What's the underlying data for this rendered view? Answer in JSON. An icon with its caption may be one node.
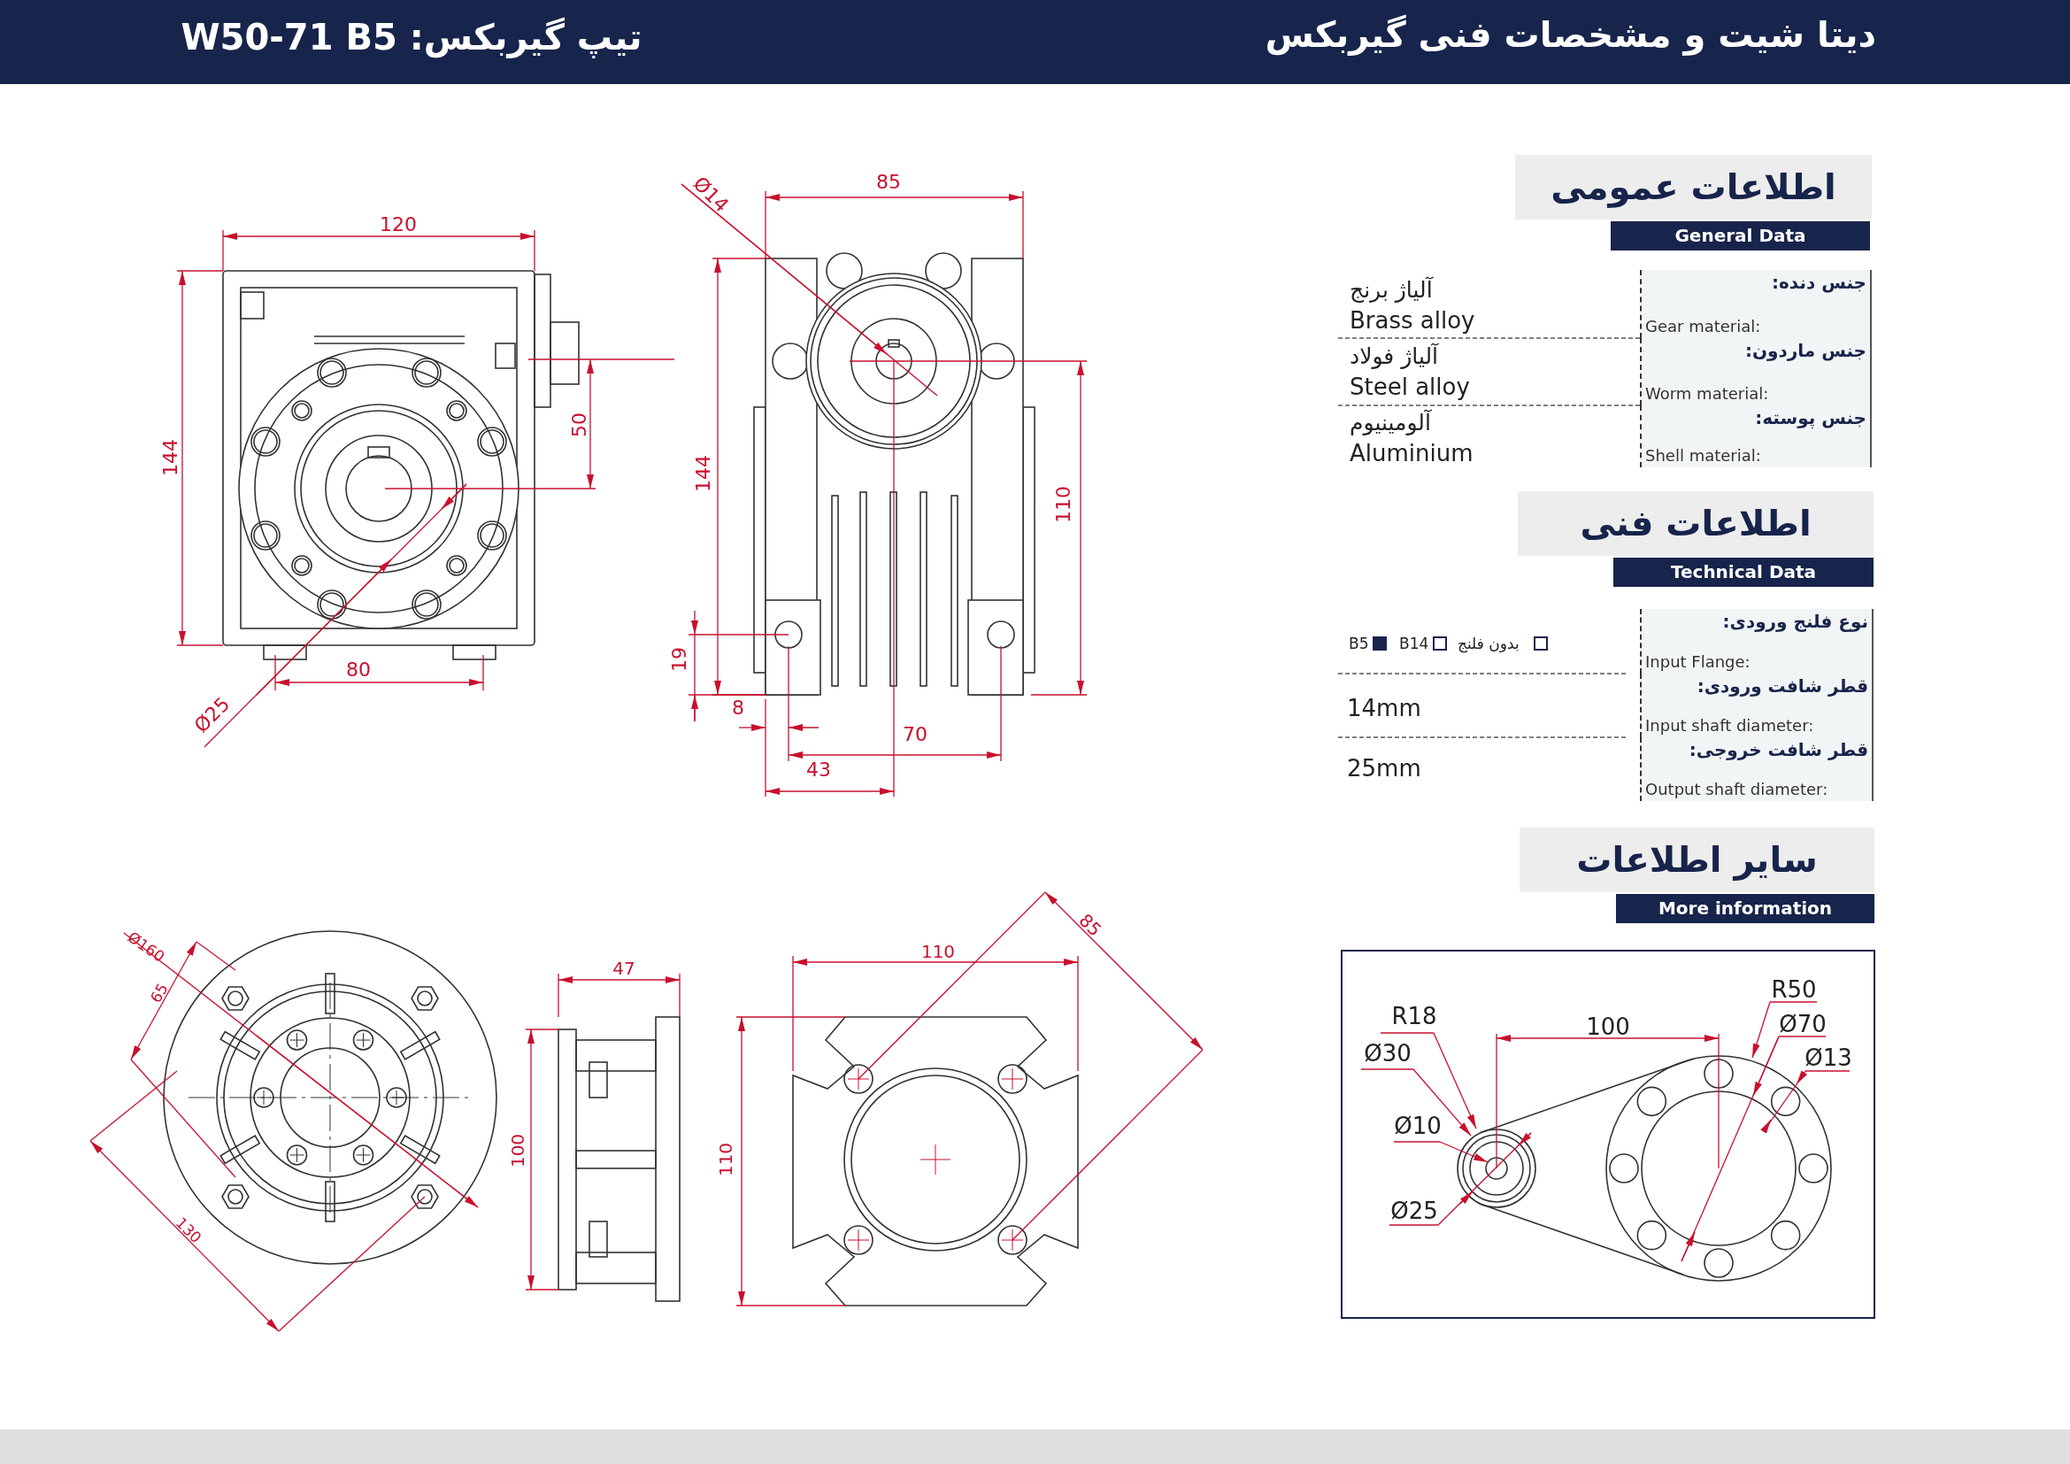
{
  "diagram": {
    "title": "دیتا شیت و مشخصات فنی گیربکس",
    "nodes": [
      {
        "text": [
          "اطلاعات عمومی"
        ]
      },
      {
        "text": [
          "General Data"
        ]
      },
      {
        "text": [
          "جنس دنده:",
          "Gear material:"
        ],
        "beside": [
          "آلیاژ برنج",
          "Brass alloy"
        ]
      },
      {
        "text": [
          "جنس ماردون:",
          "Worm material:"
        ],
        "beside": [
          "آلیاژ فولاد",
          "Steel alloy"
        ]
      },
      {
        "text": [
          "جنس پوسته:",
          "Shell material:"
        ],
        "beside": [
          "آلومینیوم",
          "Aluminium"
        ]
      },
      {
        "text": [
          "اطلاعات فنی"
        ]
      },
      {
        "text": [
          "Technical Data"
        ]
      },
      {
        "text": [
          "نوع فلنج ورودی:",
          "Input Flange:"
        ],
        "beside": [
          "B5",
          "B14",
          "بدون فلنج"
        ]
      },
      {
        "text": [
          "قطر شافت ورودی:",
          "Input shaft diameter:"
        ]
      },
      {
        "text": [
          "قطر شافت خروجی:",
          "Output shaft diameter:"
        ]
      },
      {
        "text": [
          "سایر اطلاعات"
        ]
      },
      {
        "text": [
          "More information"
        ]
      }
    ],
    "labels": [
      "تیپ گیربکس: W50-71 B5",
      "120",
      "144",
      "50",
      "80",
      "Ø25",
      "Ø14",
      "85",
      "144",
      "110",
      "19",
      "8",
      "70",
      "43",
      "14mm",
      "25mm",
      "Ø160",
      "65",
      "130",
      "47",
      "100",
      "110",
      "110",
      "85",
      "R18",
      "Ø30",
      "Ø10",
      "Ø25",
      "100",
      "R50",
      "Ø70",
      "Ø13"
    ]
  }
}
